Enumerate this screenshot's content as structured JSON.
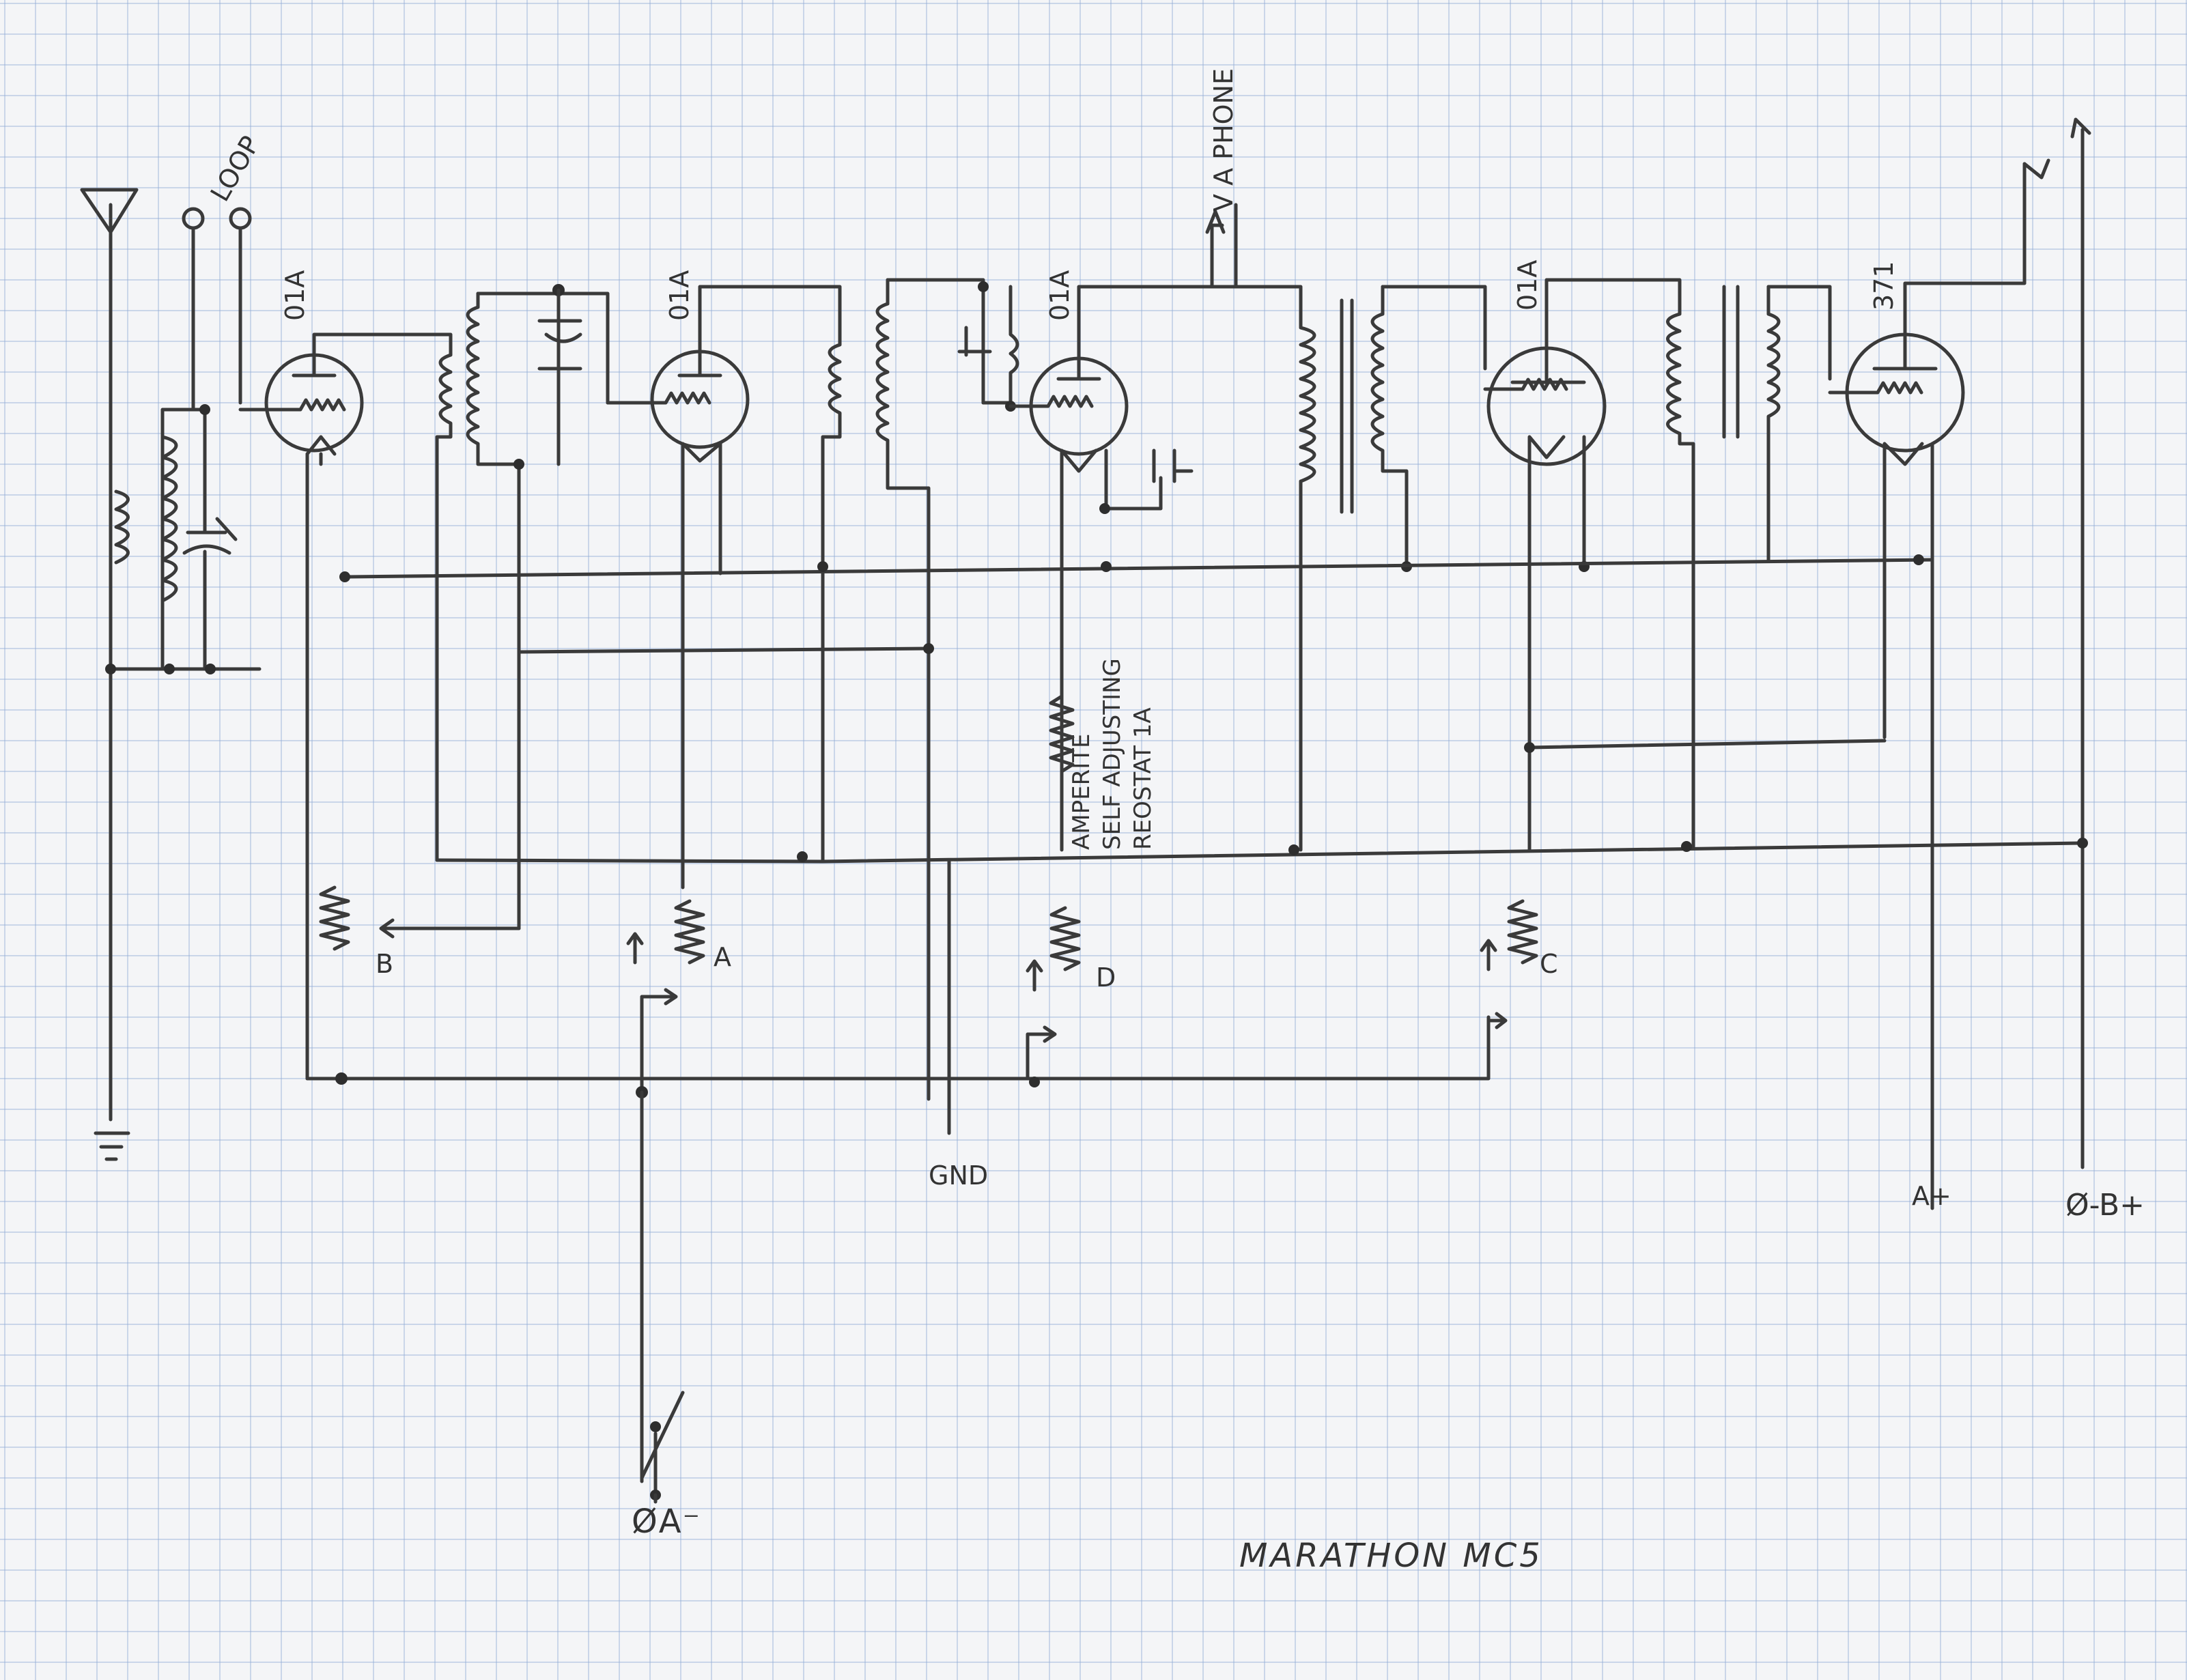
{
  "labels": {
    "loop": "LOOP",
    "phone": "V A PHONE",
    "tube1": "01A",
    "tube2": "01A",
    "tube3": "01A",
    "tube4": "01A",
    "tube5": "371",
    "rheostat_note_1": "AMPERITE",
    "rheostat_note_2": "SELF ADJUSTING",
    "rheostat_note_3": "REOSTAT  1A",
    "rheo_b": "B",
    "rheo_a": "A",
    "rheo_d": "D",
    "rheo_c": "C",
    "gnd": "GND",
    "a_plus": "A+",
    "b_plus": "Ø-B+",
    "a_minus": "ØA⁻",
    "title": "MARATHON  MC5"
  },
  "colors": {
    "pencil": "#3a3a3a",
    "grid": "#96afd7",
    "paper": "#f4f5f7"
  }
}
